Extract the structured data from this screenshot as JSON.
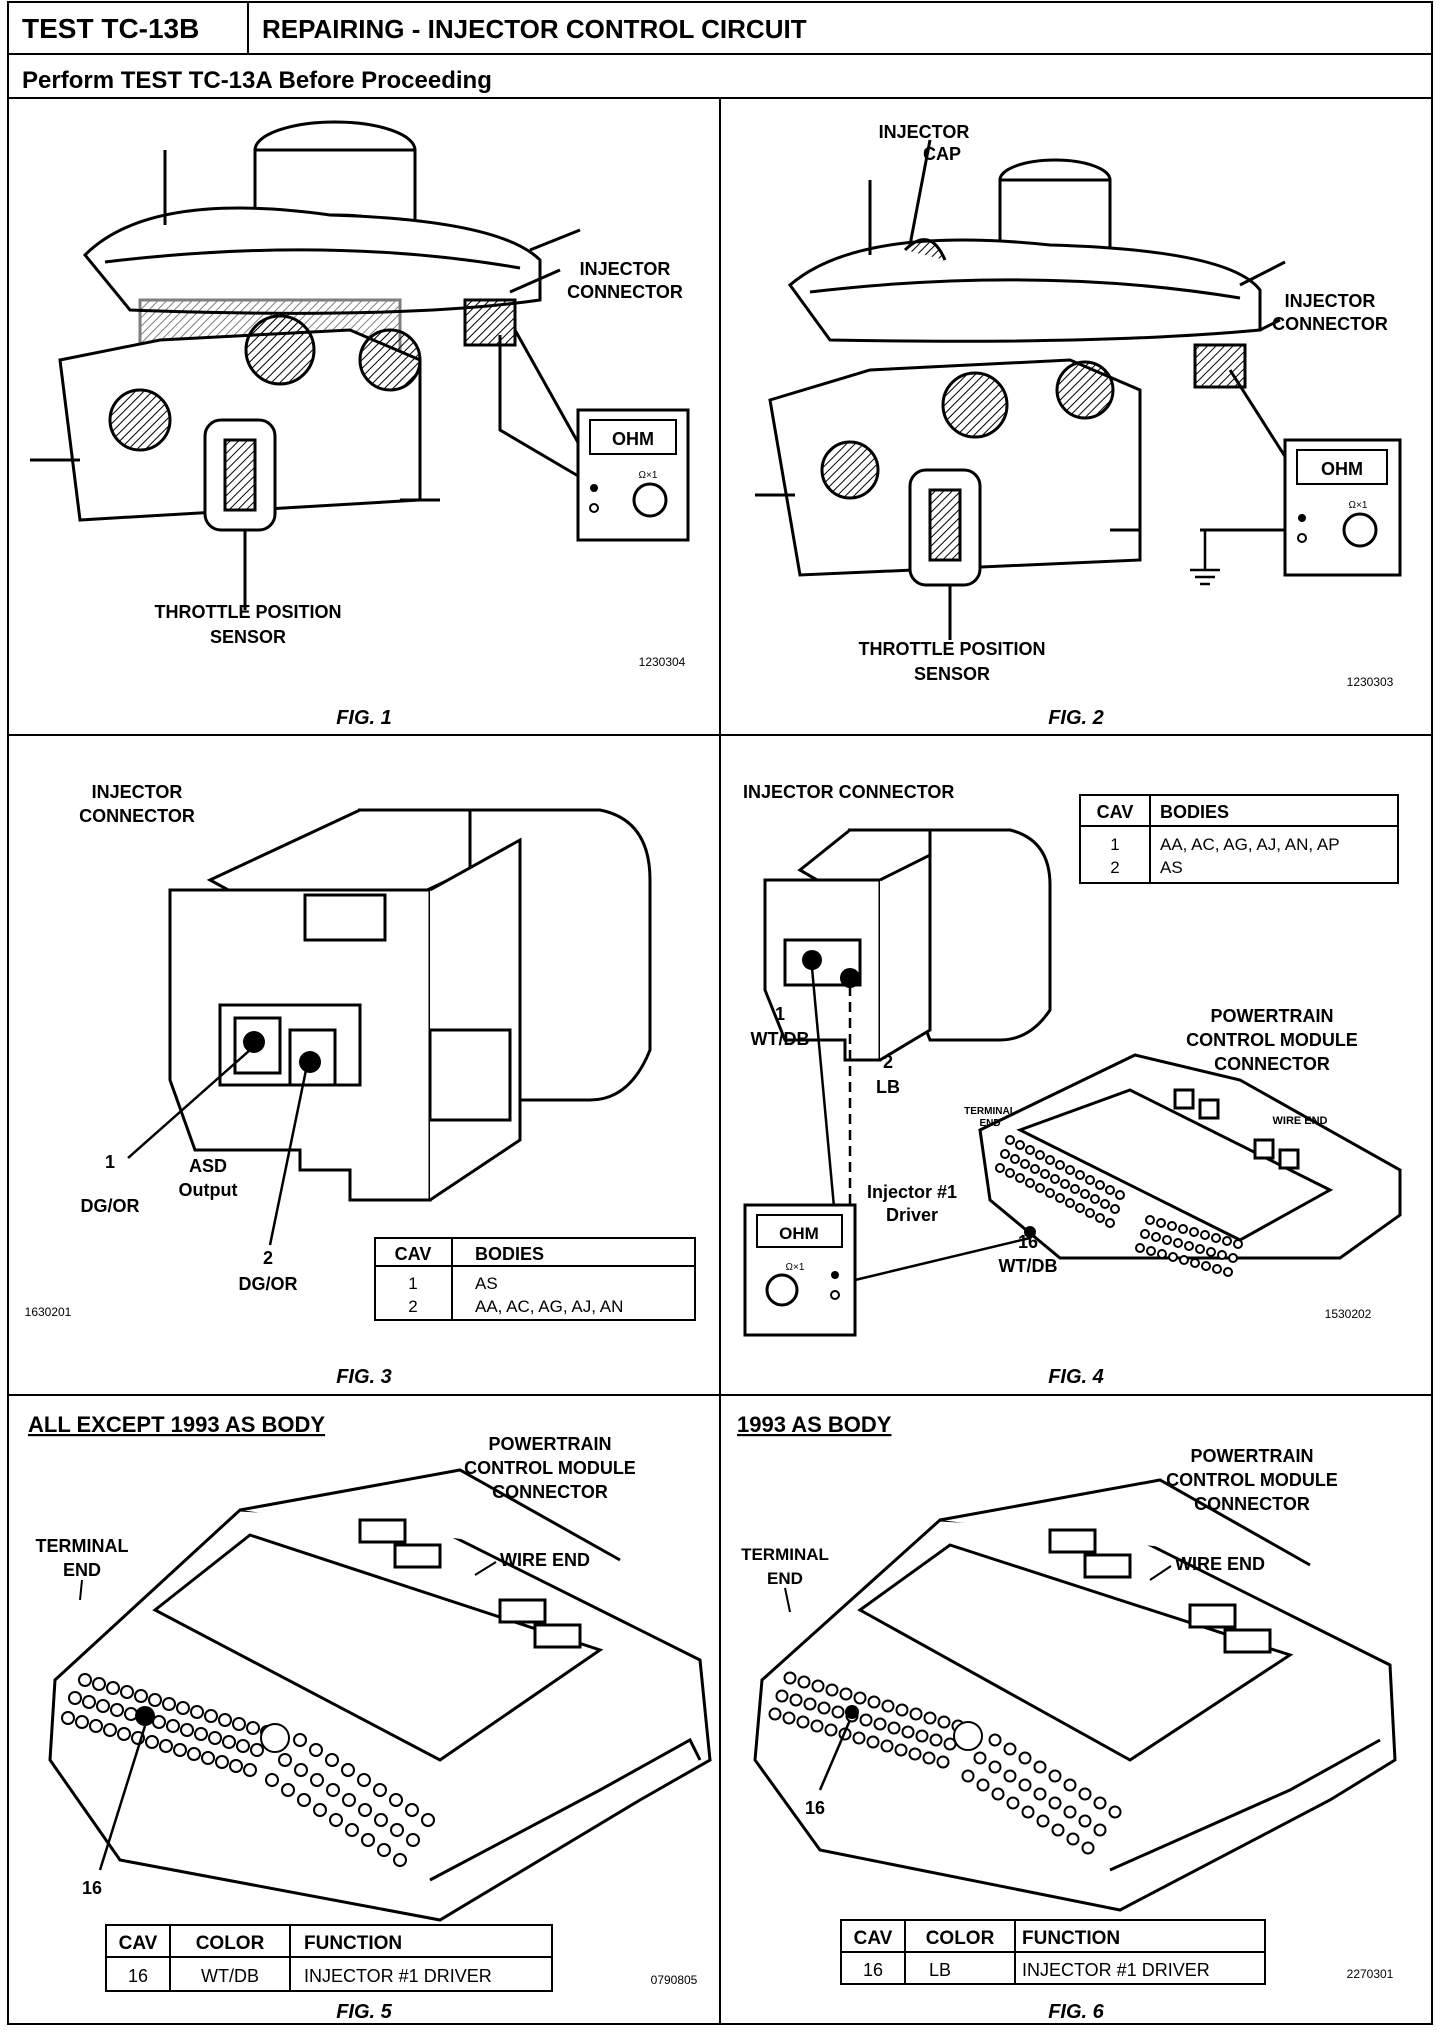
{
  "header": {
    "test_id": "TEST TC-13B",
    "title": "REPAIRING - INJECTOR CONTROL CIRCUIT",
    "subtitle": "Perform TEST TC-13A Before Proceeding"
  },
  "fig1": {
    "caption": "FIG. 1",
    "label_connector_1": "INJECTOR",
    "label_connector_2": "CONNECTOR",
    "label_tps_1": "THROTTLE POSITION",
    "label_tps_2": "SENSOR",
    "meter": "OHM",
    "meter_scale": "Ω×1",
    "ref": "1230304"
  },
  "fig2": {
    "caption": "FIG. 2",
    "label_cap_1": "INJECTOR",
    "label_cap_2": "CAP",
    "label_connector_1": "INJECTOR",
    "label_connector_2": "CONNECTOR",
    "label_tps_1": "THROTTLE POSITION",
    "label_tps_2": "SENSOR",
    "meter": "OHM",
    "meter_scale": "Ω×1",
    "ref": "1230303"
  },
  "fig3": {
    "caption": "FIG. 3",
    "label_connector_1": "INJECTOR",
    "label_connector_2": "CONNECTOR",
    "pin1_num": "1",
    "pin1_color": "DG/OR",
    "asd_1": "ASD",
    "asd_2": "Output",
    "pin2_num": "2",
    "pin2_color": "DG/OR",
    "ref": "1630201",
    "table": {
      "headers": [
        "CAV",
        "BODIES"
      ],
      "rows": [
        [
          "1",
          "AS"
        ],
        [
          "2",
          "AA, AC, AG, AJ, AN"
        ]
      ]
    }
  },
  "fig4": {
    "caption": "FIG. 4",
    "label_connector": "INJECTOR CONNECTOR",
    "pin1_num": "1",
    "pin1_color": "WT/DB",
    "pin2_num": "2",
    "pin2_color": "LB",
    "driver_1": "Injector #1",
    "driver_2": "Driver",
    "pin16_num": "16",
    "pin16_color": "WT/DB",
    "pcm_1": "POWERTRAIN",
    "pcm_2": "CONTROL MODULE",
    "pcm_3": "CONNECTOR",
    "terminal_1": "TERMINAL",
    "terminal_2": "END",
    "wire_end": "WIRE END",
    "meter": "OHM",
    "meter_scale": "Ω×1",
    "ref": "1530202",
    "table": {
      "headers": [
        "CAV",
        "BODIES"
      ],
      "rows": [
        [
          "1",
          "AA, AC, AG, AJ, AN, AP"
        ],
        [
          "2",
          "AS"
        ]
      ]
    }
  },
  "fig5": {
    "caption": "FIG. 5",
    "heading": "ALL EXCEPT 1993 AS BODY",
    "pcm_1": "POWERTRAIN",
    "pcm_2": "CONTROL MODULE",
    "pcm_3": "CONNECTOR",
    "terminal_1": "TERMINAL",
    "terminal_2": "END",
    "wire_end": "WIRE  END",
    "pin_label": "16",
    "ref": "0790805",
    "table": {
      "headers": [
        "CAV",
        "COLOR",
        "FUNCTION"
      ],
      "rows": [
        [
          "16",
          "WT/DB",
          "INJECTOR #1 DRIVER"
        ]
      ]
    }
  },
  "fig6": {
    "caption": "FIG. 6",
    "heading": "1993 AS BODY",
    "pcm_1": "POWERTRAIN",
    "pcm_2": "CONTROL MODULE",
    "pcm_3": "CONNECTOR",
    "terminal_1": "TERMINAL",
    "terminal_2": "END",
    "wire_end": "WIRE  END",
    "pin_label": "16",
    "ref": "2270301",
    "table": {
      "headers": [
        "CAV",
        "COLOR",
        "FUNCTION"
      ],
      "rows": [
        [
          "16",
          "LB",
          "INJECTOR #1 DRIVER"
        ]
      ]
    }
  }
}
